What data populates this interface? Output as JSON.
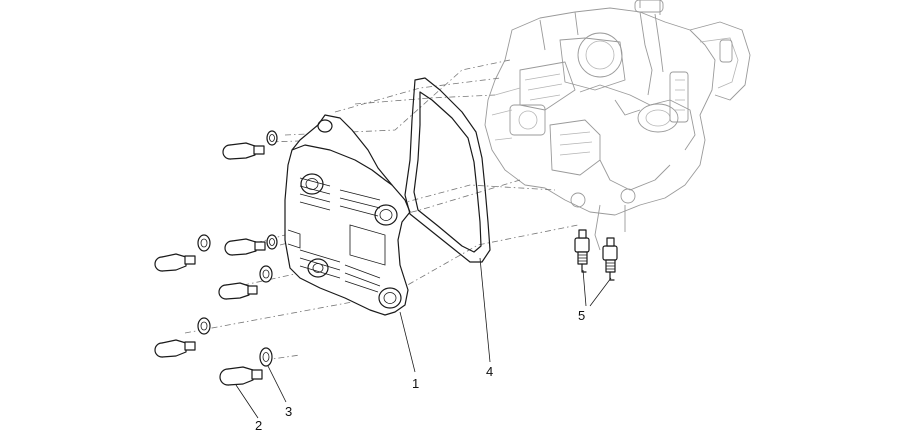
{
  "callouts": [
    {
      "id": "1",
      "label": "1",
      "part": "valve-cover"
    },
    {
      "id": "2",
      "label": "2",
      "part": "cover-bolt"
    },
    {
      "id": "3",
      "label": "3",
      "part": "sealing-washer"
    },
    {
      "id": "4",
      "label": "4",
      "part": "cover-gasket"
    },
    {
      "id": "5",
      "label": "5",
      "part": "spark-plug"
    }
  ]
}
